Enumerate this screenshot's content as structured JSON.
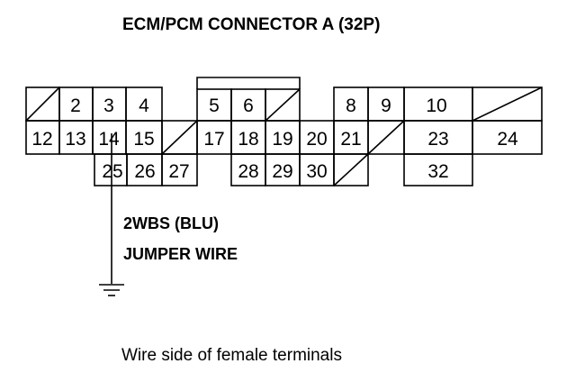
{
  "diagram": {
    "title": "ECM/PCM CONNECTOR A (32P)",
    "pins": {
      "p2": "2",
      "p3": "3",
      "p4": "4",
      "p5": "5",
      "p6": "6",
      "p8": "8",
      "p9": "9",
      "p10": "10",
      "p12": "12",
      "p13": "13",
      "p14": "14",
      "p15": "15",
      "p17": "17",
      "p18": "18",
      "p19": "19",
      "p20": "20",
      "p21": "21",
      "p23": "23",
      "p24": "24",
      "p25": "25",
      "p26": "26",
      "p27": "27",
      "p28": "28",
      "p29": "29",
      "p30": "30",
      "p32": "32"
    },
    "wire_label": "2WBS (BLU)",
    "jumper_label": "JUMPER WIRE",
    "caption": "Wire side of female terminals"
  }
}
